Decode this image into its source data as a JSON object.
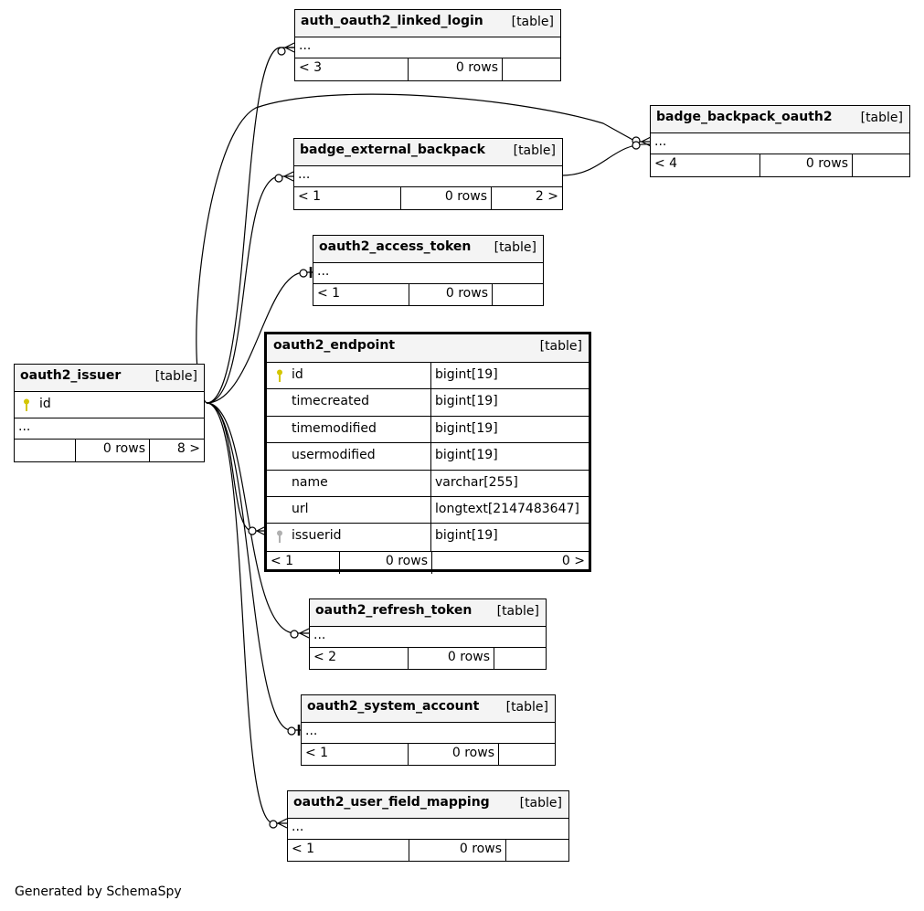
{
  "tables": {
    "auth_oauth2_linked_login": {
      "name": "auth_oauth2_linked_login",
      "type": "[table]",
      "ellipsis": "...",
      "parents": "< 3",
      "rows": "0 rows",
      "children": ""
    },
    "badge_backpack_oauth2": {
      "name": "badge_backpack_oauth2",
      "type": "[table]",
      "ellipsis": "...",
      "parents": "< 4",
      "rows": "0 rows",
      "children": ""
    },
    "badge_external_backpack": {
      "name": "badge_external_backpack",
      "type": "[table]",
      "ellipsis": "...",
      "parents": "< 1",
      "rows": "0 rows",
      "children": "2 >"
    },
    "oauth2_access_token": {
      "name": "oauth2_access_token",
      "type": "[table]",
      "ellipsis": "...",
      "parents": "< 1",
      "rows": "0 rows",
      "children": ""
    },
    "oauth2_issuer": {
      "name": "oauth2_issuer",
      "type": "[table]",
      "column": "id",
      "ellipsis": "...",
      "parents": "",
      "rows": "0 rows",
      "children": "8 >"
    },
    "oauth2_endpoint": {
      "name": "oauth2_endpoint",
      "type": "[table]",
      "columns": [
        {
          "name": "id",
          "type": "bigint[19]",
          "key": "primary"
        },
        {
          "name": "timecreated",
          "type": "bigint[19]",
          "key": ""
        },
        {
          "name": "timemodified",
          "type": "bigint[19]",
          "key": ""
        },
        {
          "name": "usermodified",
          "type": "bigint[19]",
          "key": ""
        },
        {
          "name": "name",
          "type": "varchar[255]",
          "key": ""
        },
        {
          "name": "url",
          "type": "longtext[2147483647]",
          "key": ""
        },
        {
          "name": "issuerid",
          "type": "bigint[19]",
          "key": "foreign"
        }
      ],
      "parents": "< 1",
      "rows": "0 rows",
      "children": "0 >"
    },
    "oauth2_refresh_token": {
      "name": "oauth2_refresh_token",
      "type": "[table]",
      "ellipsis": "...",
      "parents": "< 2",
      "rows": "0 rows",
      "children": ""
    },
    "oauth2_system_account": {
      "name": "oauth2_system_account",
      "type": "[table]",
      "ellipsis": "...",
      "parents": "< 1",
      "rows": "0 rows",
      "children": ""
    },
    "oauth2_user_field_mapping": {
      "name": "oauth2_user_field_mapping",
      "type": "[table]",
      "ellipsis": "...",
      "parents": "< 1",
      "rows": "0 rows",
      "children": ""
    }
  },
  "colors": {
    "primary_key": "#d4c600",
    "foreign_key": "#b0b0b0",
    "header_bg": "#f4f4f4"
  },
  "caption": "Generated by SchemaSpy"
}
